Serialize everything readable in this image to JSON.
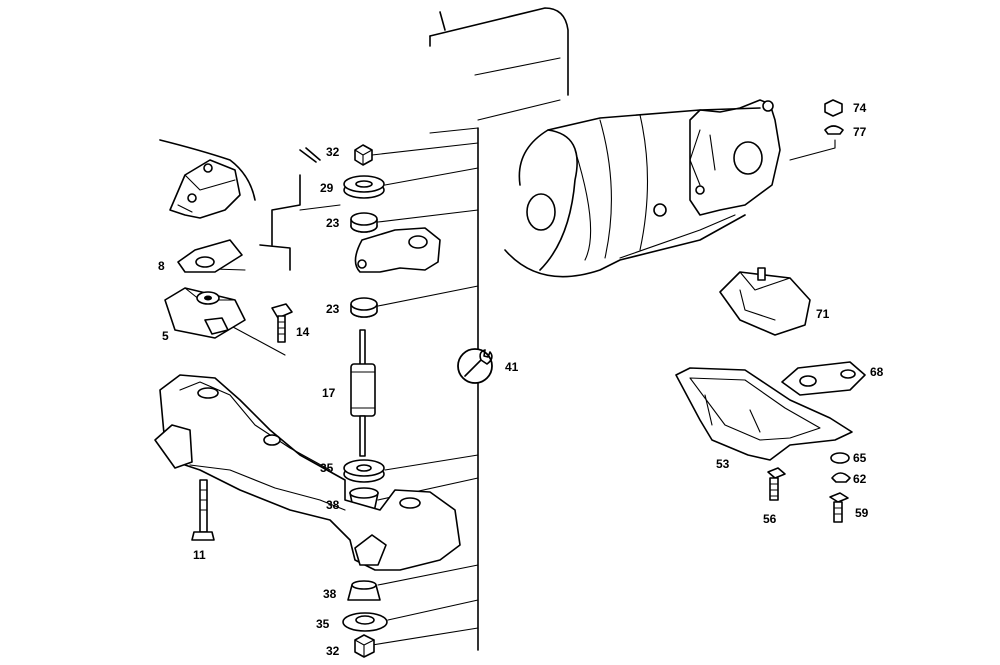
{
  "callouts": {
    "c32a": "32",
    "c29": "29",
    "c23a": "23",
    "c23b": "23",
    "c17": "17",
    "c35a": "35",
    "c38a": "38",
    "c38b": "38",
    "c35b": "35",
    "c32b": "32",
    "c8": "8",
    "c5": "5",
    "c14": "14",
    "c11": "11",
    "c41": "41",
    "c74": "74",
    "c77": "77",
    "c71": "71",
    "c68": "68",
    "c53": "53",
    "c65": "65",
    "c62": "62",
    "c56": "56",
    "c59": "59"
  },
  "icons": {
    "tool": "wrench-icon"
  }
}
